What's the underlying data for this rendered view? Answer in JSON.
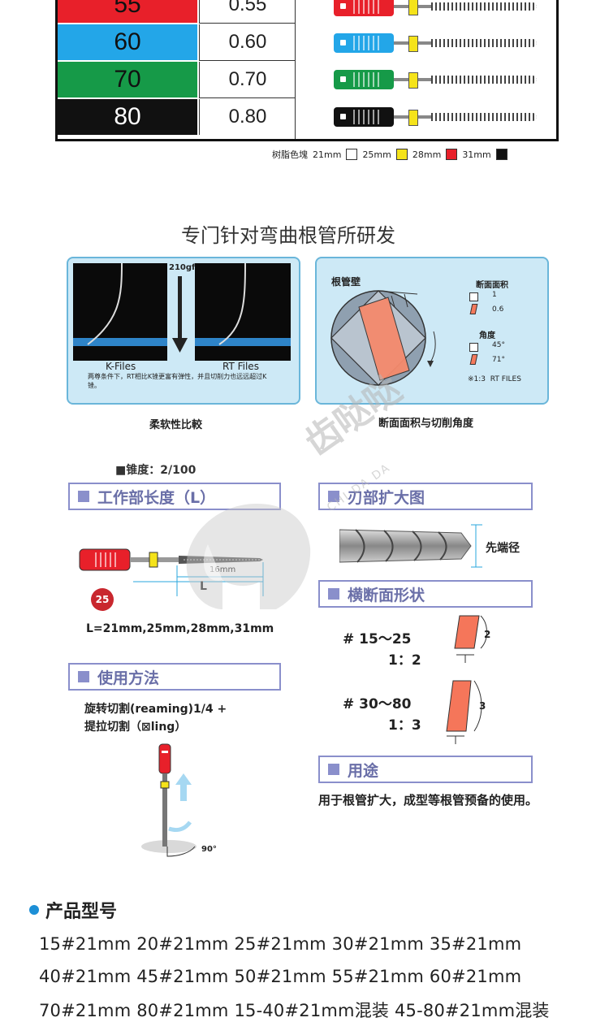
{
  "size_table": {
    "rows": [
      {
        "size": "55",
        "taper": "0.55",
        "color": "#e8202a",
        "text_color": "#111"
      },
      {
        "size": "60",
        "taper": "0.60",
        "color": "#23a6e8",
        "text_color": "#111"
      },
      {
        "size": "70",
        "taper": "0.70",
        "color": "#169a48",
        "text_color": "#111"
      },
      {
        "size": "80",
        "taper": "0.80",
        "color": "#111111",
        "text_color": "#ffffff"
      }
    ],
    "legend": {
      "label": "树脂色塊",
      "items": [
        {
          "length": "21mm",
          "color": "#ffffff"
        },
        {
          "length": "25mm",
          "color": "#f5e31a"
        },
        {
          "length": "28mm",
          "color": "#e8202a"
        },
        {
          "length": "31mm",
          "color": "#111111"
        }
      ]
    }
  },
  "section_title": "专门针对弯曲根管所研发",
  "flex_panel": {
    "force": "210gf",
    "left_label": "K-Files",
    "right_label": "RT Files",
    "note": "两尊条件下，RT相比K锉更富有弹性，并且切削力也远远超过K锉。",
    "caption": "柔软性比較"
  },
  "section_panel": {
    "wall_label": "根管壁",
    "area_title": "断面面积",
    "area_values": [
      "1",
      "0.6"
    ],
    "angle_title": "角度",
    "angle_values": [
      "45°",
      "71°"
    ],
    "ratio_note": "※1:3  RT FILES",
    "caption": "断面面积与切削角度"
  },
  "taper_label": "■锥度：2/100",
  "work_length": {
    "header": "工作部长度（L）",
    "blade_len": "16mm",
    "l_label": "L",
    "size_badge": "25",
    "lengths": "L=21mm,25mm,28mm,31mm"
  },
  "blade_zoom": {
    "header": "刃部扩大图",
    "tip_label": "先端径"
  },
  "cross_section": {
    "header": "横断面形状",
    "rows": [
      {
        "range": "# 15～25",
        "ratio": "1：2",
        "dim": "2"
      },
      {
        "range": "# 30～80",
        "ratio": "1：3",
        "dim": "3"
      }
    ]
  },
  "usage": {
    "header": "使用方法",
    "line1": "旋转切割(reaming)1/4 +",
    "line2": "提拉切割（⊠ling）",
    "angle": "90°"
  },
  "purpose": {
    "header": "用途",
    "text": "用于根管扩大，成型等根管预备的使用。"
  },
  "watermark": {
    "cn": "齿哒哒",
    "en": "CHI DA DA"
  },
  "models": {
    "title": "产品型号",
    "lines": [
      "15#21mm  20#21mm  25#21mm  30#21mm  35#21mm",
      "40#21mm  45#21mm  50#21mm  55#21mm  60#21mm",
      "70#21mm  80#21mm  15-40#21mm混装  45-80#21mm混装"
    ]
  }
}
